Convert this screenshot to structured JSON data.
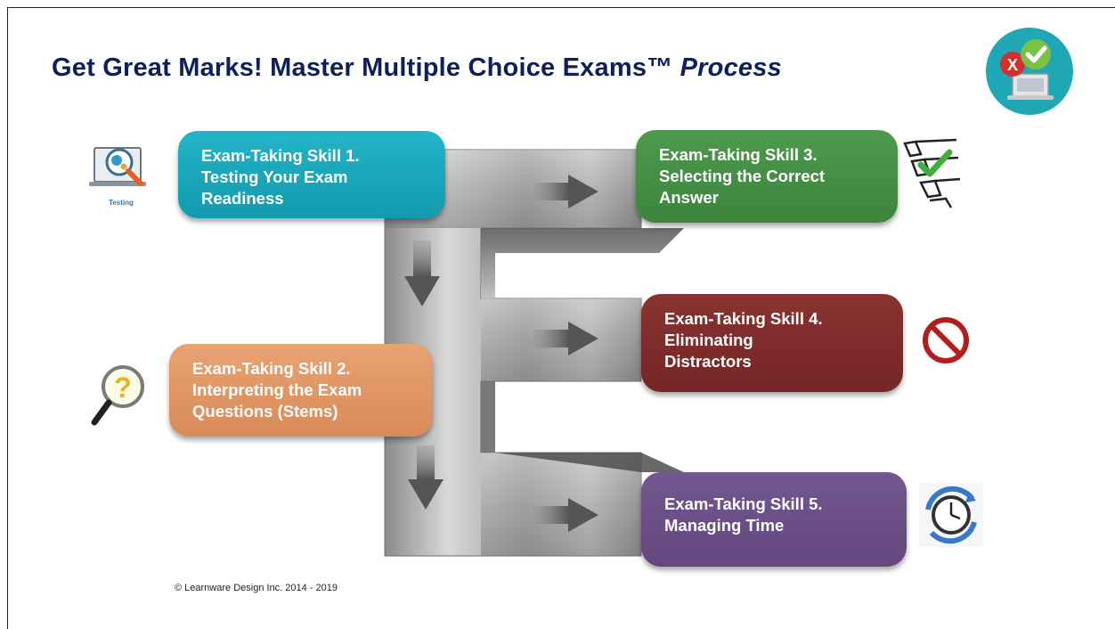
{
  "slide": {
    "title_main": "Get Great Marks! Master Multiple Choice Exams™",
    "title_italic": "Process",
    "copyright": "© Learnware Design Inc. 2014 - 2019"
  },
  "steps": [
    {
      "line1": "Exam-Taking Skill 1.",
      "line2": "Testing Your Exam",
      "line3": "Readiness",
      "icon": "laptop-testing-icon",
      "icon_caption": "Testing",
      "color": "#17a2b8"
    },
    {
      "line1": "Exam-Taking Skill 2.",
      "line2": "Interpreting the Exam",
      "line3": "Questions (Stems)",
      "icon": "magnifier-question-icon",
      "color": "#e0945f"
    },
    {
      "line1": "Exam-Taking Skill 3.",
      "line2": "Selecting the Correct",
      "line3": "Answer",
      "icon": "checklist-icon",
      "color": "#468f47"
    },
    {
      "line1": "Exam-Taking Skill 4.",
      "line2": "Eliminating",
      "line3": "Distractors",
      "icon": "prohibited-icon",
      "color": "#7e2b2b"
    },
    {
      "line1": "Exam-Taking Skill 5.",
      "line2": "Managing Time",
      "icon": "clock-icon",
      "color": "#6a4f87"
    }
  ],
  "logo": {
    "icon": "exam-check-logo-icon",
    "mark_wrong": "X"
  }
}
